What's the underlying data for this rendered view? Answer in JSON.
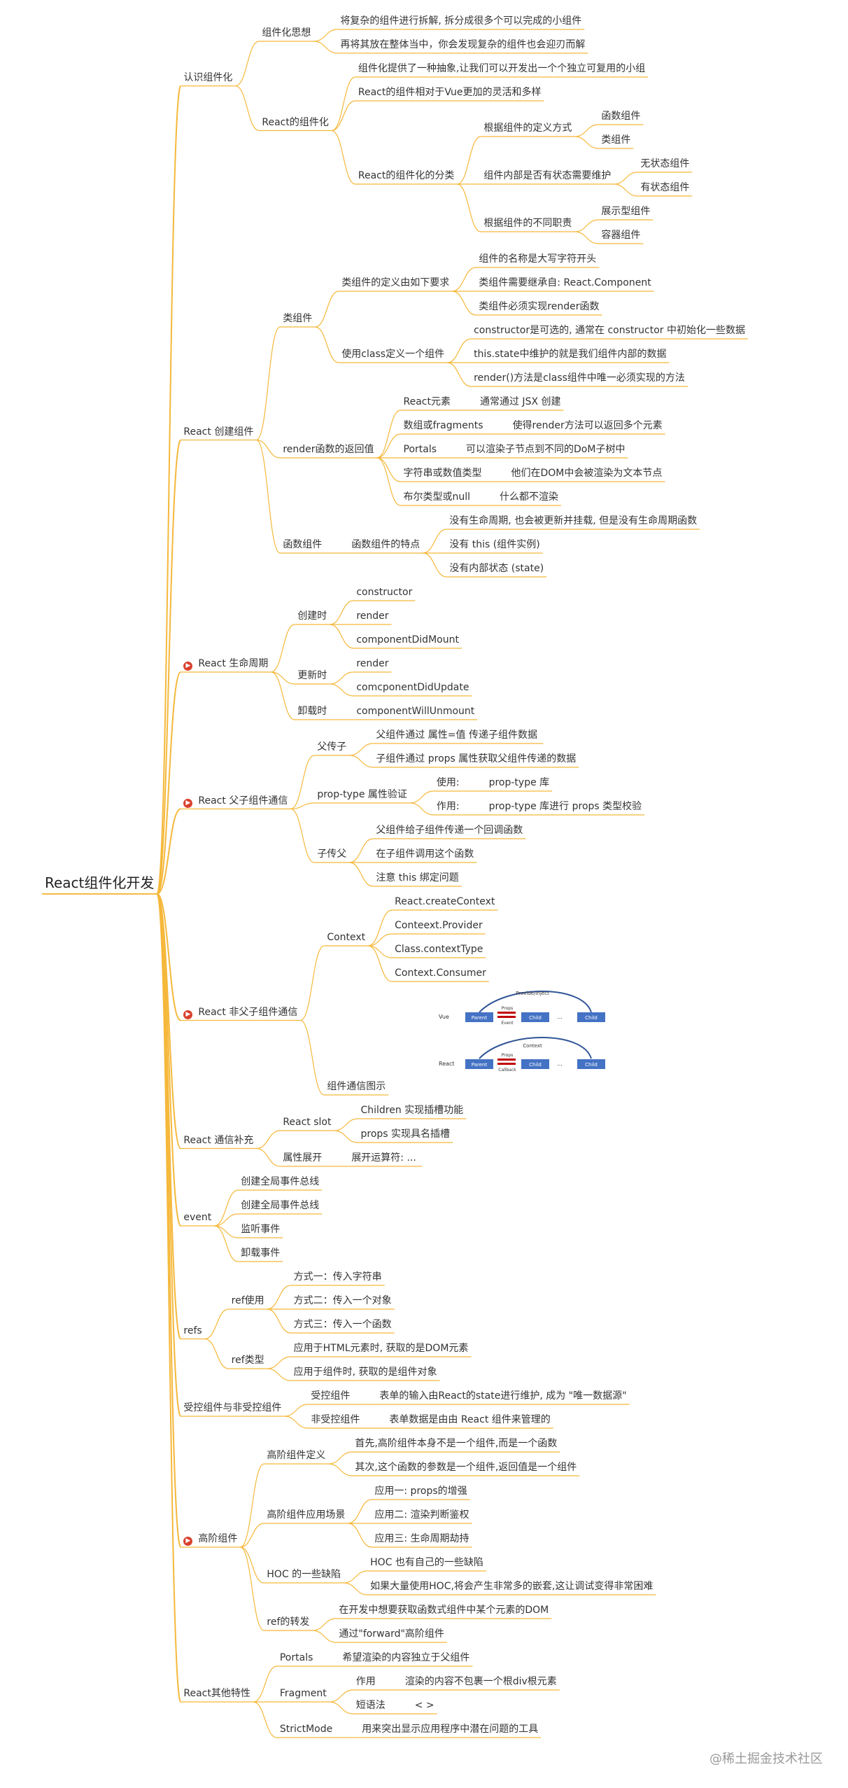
{
  "title": "React组件化开发",
  "colors": {
    "line": "#f5b83b",
    "text": "#333333",
    "flag": "#d9412f",
    "box": "#4472c4"
  },
  "tree": {
    "label": "React组件化开发",
    "children": [
      {
        "label": "认识组件化",
        "children": [
          {
            "label": "组件化思想",
            "children": [
              {
                "label": "将复杂的组件进行拆解, 拆分成很多个可以完成的小组件"
              },
              {
                "label": "再将其放在整体当中，你会发现复杂的组件也会迎刃而解"
              }
            ]
          },
          {
            "label": "React的组件化",
            "children": [
              {
                "label": "组件化提供了一种抽象,让我们可以开发出一个个独立可复用的小组"
              },
              {
                "label": "React的组件相对于Vue更加的灵活和多样"
              },
              {
                "label": "React的组件化的分类",
                "children": [
                  {
                    "label": "根据组件的定义方式",
                    "children": [
                      {
                        "label": "函数组件"
                      },
                      {
                        "label": "类组件"
                      }
                    ]
                  },
                  {
                    "label": "组件内部是否有状态需要维护",
                    "children": [
                      {
                        "label": "无状态组件"
                      },
                      {
                        "label": "有状态组件"
                      }
                    ]
                  },
                  {
                    "label": "根据组件的不同职责",
                    "children": [
                      {
                        "label": "展示型组件"
                      },
                      {
                        "label": "容器组件"
                      }
                    ]
                  }
                ]
              }
            ]
          }
        ]
      },
      {
        "label": "React 创建组件",
        "children": [
          {
            "label": "类组件",
            "children": [
              {
                "label": "类组件的定义由如下要求",
                "children": [
                  {
                    "label": "组件的名称是大写字符开头"
                  },
                  {
                    "label": "类组件需要继承自: React.Component"
                  },
                  {
                    "label": "类组件必须实现render函数"
                  }
                ]
              },
              {
                "label": "使用class定义一个组件",
                "children": [
                  {
                    "label": "constructor是可选的, 通常在 constructor 中初始化一些数据"
                  },
                  {
                    "label": "this.state中维护的就是我们组件内部的数据"
                  },
                  {
                    "label": "render()方法是class组件中唯一必须实现的方法"
                  }
                ]
              }
            ]
          },
          {
            "label": "render函数的返回值",
            "children": [
              {
                "label": "React元素",
                "children": [
                  {
                    "label": "通常通过 JSX 创建"
                  }
                ]
              },
              {
                "label": "数组或fragments",
                "children": [
                  {
                    "label": "使得render方法可以返回多个元素"
                  }
                ]
              },
              {
                "label": "Portals",
                "children": [
                  {
                    "label": "可以渲染子节点到不同的DoM子树中"
                  }
                ]
              },
              {
                "label": "字符串或数值类型",
                "children": [
                  {
                    "label": "他们在DOM中会被渲染为文本节点"
                  }
                ]
              },
              {
                "label": "布尔类型或null",
                "children": [
                  {
                    "label": "什么都不渲染"
                  }
                ]
              }
            ]
          },
          {
            "label": "函数组件",
            "children": [
              {
                "label": "函数组件的特点",
                "children": [
                  {
                    "label": "没有生命周期, 也会被更新并挂载, 但是没有生命周期函数"
                  },
                  {
                    "label": "没有 this (组件实例)"
                  },
                  {
                    "label": "没有内部状态 (state)"
                  }
                ]
              }
            ]
          }
        ]
      },
      {
        "label": "React 生命周期",
        "flag": true,
        "children": [
          {
            "label": "创建时",
            "children": [
              {
                "label": "constructor"
              },
              {
                "label": "render"
              },
              {
                "label": "componentDidMount"
              }
            ]
          },
          {
            "label": "更新时",
            "children": [
              {
                "label": "render"
              },
              {
                "label": "comcponentDidUpdate"
              }
            ]
          },
          {
            "label": "卸载时",
            "children": [
              {
                "label": "componentWillUnmount"
              }
            ]
          }
        ]
      },
      {
        "label": "React 父子组件通信",
        "flag": true,
        "children": [
          {
            "label": "父传子",
            "children": [
              {
                "label": "父组件通过  属性=值 传递子组件数据"
              },
              {
                "label": "子组件通过 props 属性获取父组件传递的数据"
              }
            ]
          },
          {
            "label": "prop-type 属性验证",
            "children": [
              {
                "label": "使用:",
                "children": [
                  {
                    "label": "prop-type 库"
                  }
                ]
              },
              {
                "label": "作用:",
                "children": [
                  {
                    "label": "prop-type 库进行 props 类型校验"
                  }
                ]
              }
            ]
          },
          {
            "label": "子传父",
            "children": [
              {
                "label": "父组件给子组件传递一个回调函数"
              },
              {
                "label": "在子组件调用这个函数"
              },
              {
                "label": "注意 this 绑定问题"
              }
            ]
          }
        ]
      },
      {
        "label": "React 非父子组件通信",
        "flag": true,
        "children": [
          {
            "label": "Context",
            "children": [
              {
                "label": "React.createContext"
              },
              {
                "label": "Conteext.Provider"
              },
              {
                "label": "Class.contextType"
              },
              {
                "label": "Context.Consumer"
              }
            ]
          },
          {
            "label": "组件通信图示"
          }
        ]
      },
      {
        "label": "React 通信补充",
        "children": [
          {
            "label": "React slot",
            "children": [
              {
                "label": "Children 实现插槽功能"
              },
              {
                "label": "props 实现具名插槽"
              }
            ]
          },
          {
            "label": "属性展开",
            "children": [
              {
                "label": "展开运算符:  ..."
              }
            ]
          }
        ]
      },
      {
        "label": "event",
        "children": [
          {
            "label": "创建全局事件总线"
          },
          {
            "label": "创建全局事件总线"
          },
          {
            "label": "监听事件"
          },
          {
            "label": "卸载事件"
          }
        ]
      },
      {
        "label": "refs",
        "children": [
          {
            "label": "ref使用",
            "children": [
              {
                "label": "方式一：传入字符串"
              },
              {
                "label": "方式二：传入一个对象"
              },
              {
                "label": "方式三：传入一个函数"
              }
            ]
          },
          {
            "label": "ref类型",
            "children": [
              {
                "label": "应用于HTML元素时, 获取的是DOM元素"
              },
              {
                "label": "应用于组件时, 获取的是组件对象"
              }
            ]
          }
        ]
      },
      {
        "label": "受控组件与非受控组件",
        "children": [
          {
            "label": "受控组件",
            "children": [
              {
                "label": "表单的输入由React的state进行维护, 成为 \"唯一数据源\""
              }
            ]
          },
          {
            "label": "非受控组件",
            "children": [
              {
                "label": "表单数据是由由 React 组件来管理的"
              }
            ]
          }
        ]
      },
      {
        "label": "高阶组件",
        "flag": true,
        "children": [
          {
            "label": "高阶组件定义",
            "children": [
              {
                "label": "首先,高阶组件本身不是一个组件,而是一个函数"
              },
              {
                "label": "其次,这个函数的参数是一个组件,返回值是一个组件"
              }
            ]
          },
          {
            "label": "高阶组件应用场景",
            "children": [
              {
                "label": "应用一: props的增强"
              },
              {
                "label": "应用二: 渲染判断鉴权"
              },
              {
                "label": "应用三: 生命周期劫持"
              }
            ]
          },
          {
            "label": "HOC 的一些缺陷",
            "children": [
              {
                "label": "HOC 也有自己的一些缺陷"
              },
              {
                "label": "如果大量使用HOC,将会产生非常多的嵌套,这让调试变得非常困难"
              }
            ]
          },
          {
            "label": "ref的转发",
            "children": [
              {
                "label": "在开发中想要获取函数式组件中某个元素的DOM"
              },
              {
                "label": "通过\"forward\"高阶组件"
              }
            ]
          }
        ]
      },
      {
        "label": "React其他特性",
        "children": [
          {
            "label": "Portals",
            "children": [
              {
                "label": "希望渲染的内容独立于父组件"
              }
            ]
          },
          {
            "label": "Fragment",
            "children": [
              {
                "label": "作用",
                "children": [
                  {
                    "label": "渲染的内容不包裹一个根div根元素"
                  }
                ]
              },
              {
                "label": "短语法",
                "children": [
                  {
                    "label": "< >"
                  }
                ]
              }
            ]
          },
          {
            "label": "StrictMode",
            "children": [
              {
                "label": "用来突出显示应用程序中潜在问题的工具"
              }
            ]
          }
        ]
      }
    ]
  },
  "figure": {
    "top_label": "Provide/Inject",
    "bottom_label": "Context",
    "row1_name": "Vue",
    "row2_name": "React",
    "parent": "Parent",
    "child": "Child",
    "ellipsis": "...",
    "props": "Props",
    "event": "Event",
    "callback": "Callback"
  },
  "watermark": "@稀土掘金技术社区"
}
